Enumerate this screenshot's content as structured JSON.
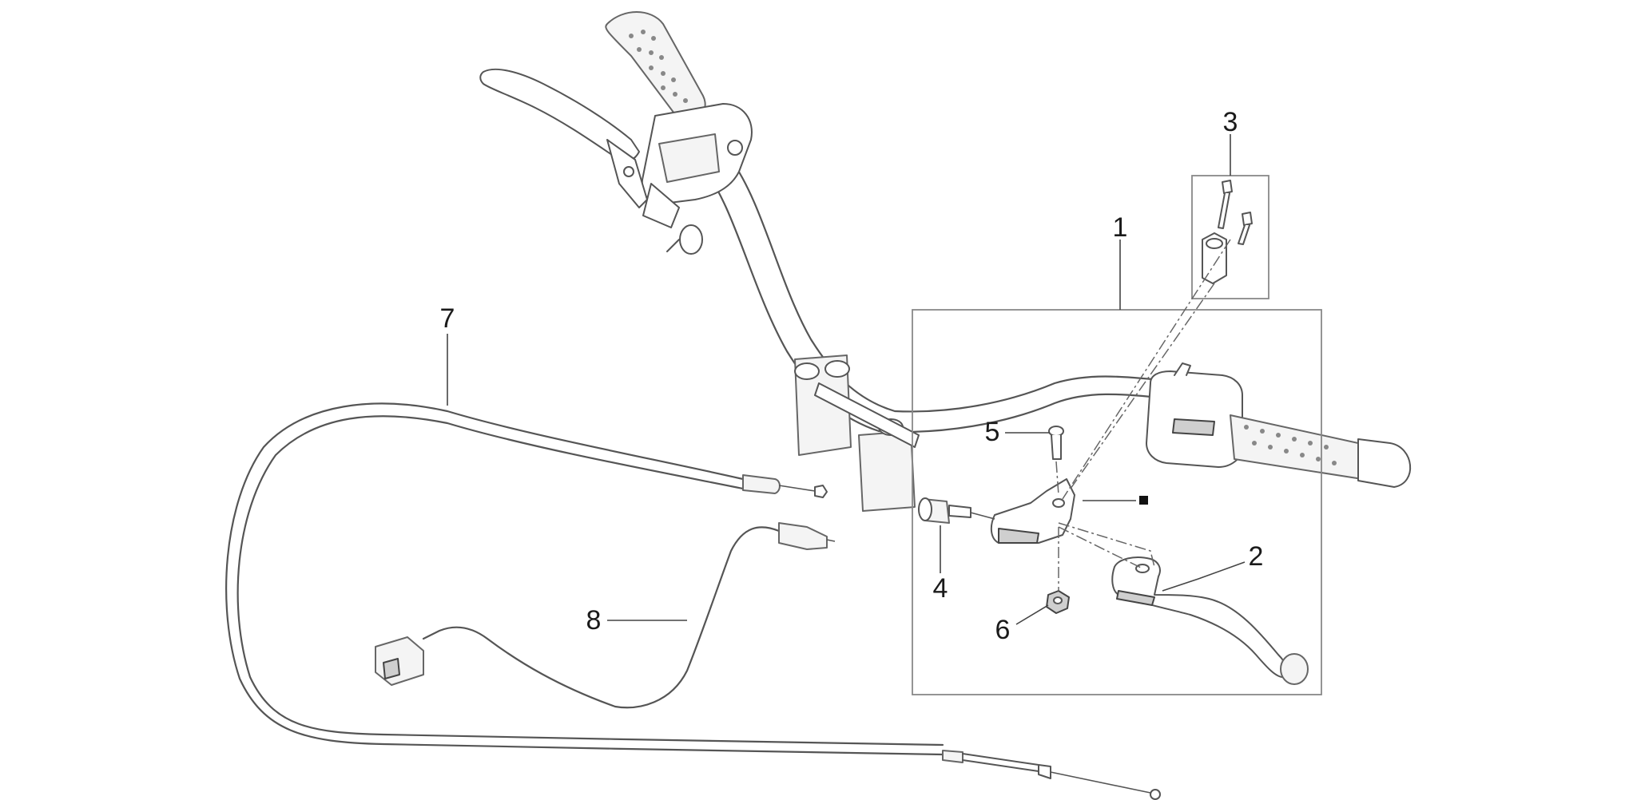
{
  "callouts": {
    "c1": "1",
    "c2": "2",
    "c3": "3",
    "c4": "4",
    "c5": "5",
    "c6": "6",
    "c7": "7",
    "c8": "8"
  },
  "colors": {
    "line": "#555555",
    "frame": "#888888",
    "marker": "#111111"
  }
}
